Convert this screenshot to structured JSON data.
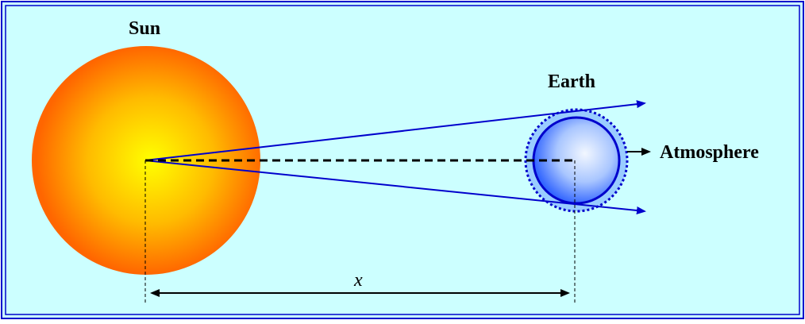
{
  "labels": {
    "sun": "Sun",
    "earth": "Earth",
    "atmosphere": "Atmosphere",
    "distance": "x"
  },
  "colors": {
    "background": "#ccffff",
    "border": "#0000cc",
    "sun_center": "#ffff00",
    "sun_edge": "#ff6600",
    "earth_center": "#f2f7ff",
    "earth_edge": "#3366ff",
    "atmosphere_ring": "#99ccff",
    "rays": "#0000cc",
    "text": "#000000"
  },
  "icons": {
    "sun": "sun-sphere",
    "earth": "earth-sphere"
  }
}
